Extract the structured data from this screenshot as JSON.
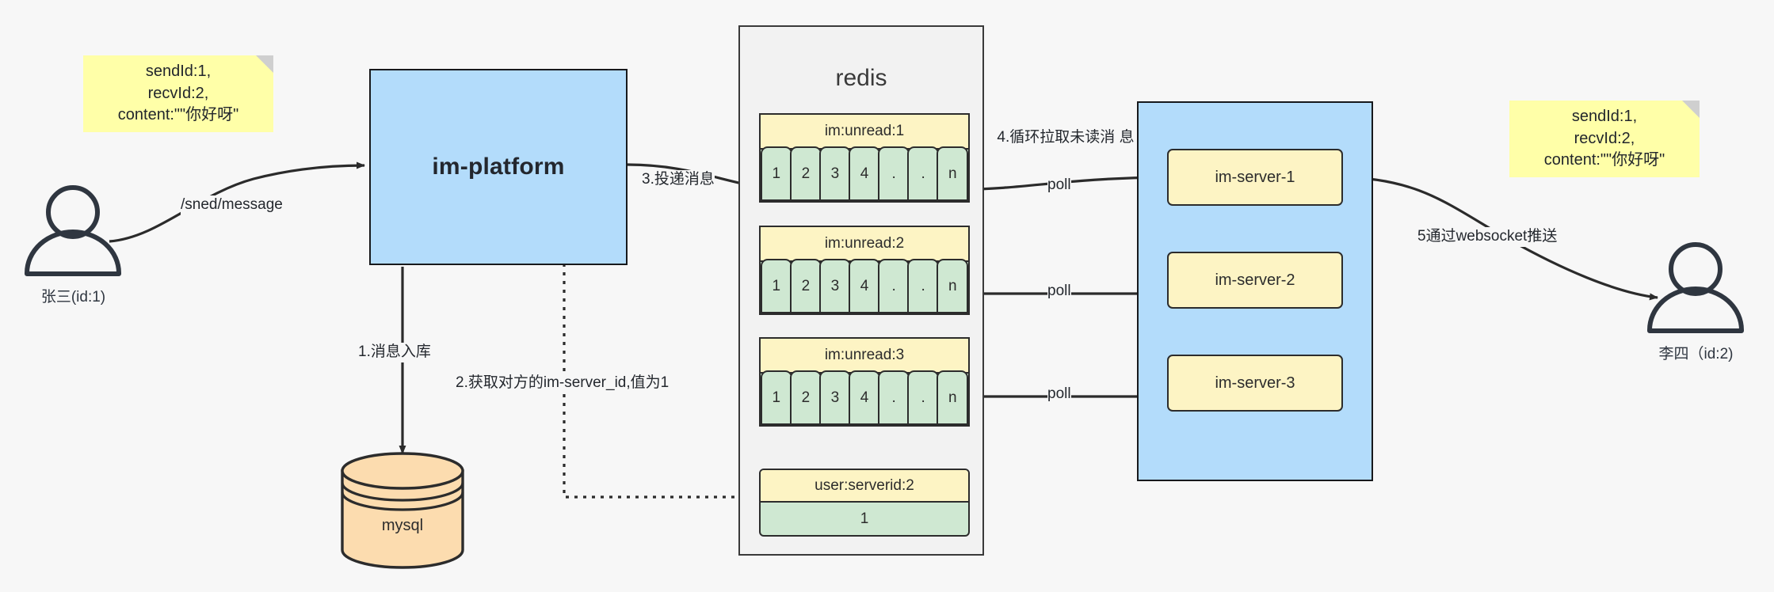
{
  "diagram": {
    "title": "IM message delivery architecture",
    "colors": {
      "note_yellow": "#ffffa8",
      "box_blue": "#b3dcfb",
      "list_green": "#cfe8d2",
      "key_yellow": "#fdf4c4",
      "db_orange": "#fcdcaf",
      "stroke_dark": "#2c2c2c",
      "canvas_bg": "#f7f7f7"
    },
    "notes": [
      {
        "id": "note-left",
        "lines": [
          "sendId:1,",
          "recvId:2,",
          "content:\"\"你好呀\""
        ]
      },
      {
        "id": "note-right",
        "lines": [
          "sendId:1,",
          "recvId:2,",
          "content:\"\"你好呀\""
        ]
      }
    ],
    "actors": [
      {
        "id": "actor-sender",
        "label": "张三(id:1)"
      },
      {
        "id": "actor-receiver",
        "label": "李四（id:2)"
      }
    ],
    "platform": {
      "label": "im-platform"
    },
    "database": {
      "label": "mysql"
    },
    "redis": {
      "title": "redis",
      "lists": [
        {
          "key": "im:unread:1",
          "cells": [
            "1",
            "2",
            "3",
            "4",
            ".",
            ".",
            "n"
          ]
        },
        {
          "key": "im:unread:2",
          "cells": [
            "1",
            "2",
            "3",
            "4",
            ".",
            ".",
            "n"
          ]
        },
        {
          "key": "im:unread:3",
          "cells": [
            "1",
            "2",
            "3",
            "4",
            ".",
            ".",
            "n"
          ]
        }
      ],
      "keyvalue": {
        "key": "user:serverid:2",
        "value": "1"
      }
    },
    "server_cluster": {
      "servers": [
        {
          "label": "im-server-1"
        },
        {
          "label": "im-server-2"
        },
        {
          "label": "im-server-3"
        }
      ]
    },
    "edges": {
      "send_message": "/sned/message",
      "step1": "1.消息入库",
      "step2": "2.获取对方的im-server_id,值为1",
      "step3": "3.投递消息",
      "step4_line1": "4.循环拉取未读消",
      "step4_line2": "息",
      "poll1": "poll",
      "poll2": "poll",
      "poll3": "poll",
      "step5": "5通过websocket推送"
    }
  }
}
